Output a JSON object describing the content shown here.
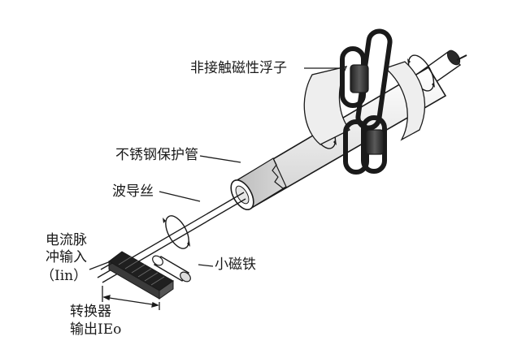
{
  "diagram": {
    "labels": {
      "float": "非接触磁性浮子",
      "guard_tube": "不锈钢保护管",
      "waveguide": "波导丝",
      "pulse_input_line1": "电流脉",
      "pulse_input_line2": "冲输入",
      "pulse_input_line3": "（Iin）",
      "magnet": "小磁铁",
      "converter_line1": "转换器",
      "converter_line2": "输出IEo"
    },
    "colors": {
      "ink": "#1a1a1a",
      "tube_shade": "#c8c8c8",
      "tube_fill": "#f4f4f4",
      "float_fill": "#3a3a3a",
      "converter_fill": "#2c2c2c"
    }
  }
}
